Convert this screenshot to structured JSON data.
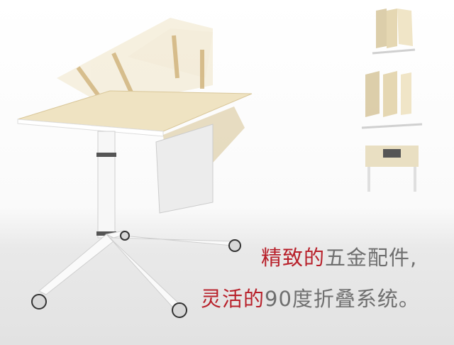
{
  "captions": {
    "line1": {
      "highlight": "精致的",
      "rest": "五金配件,"
    },
    "line2": {
      "highlight": "灵活的",
      "rest": "90度折叠系统。"
    }
  },
  "colors": {
    "highlight": "#b8202a",
    "text": "#6f6f6f",
    "tabletop": "#efe3c2"
  }
}
